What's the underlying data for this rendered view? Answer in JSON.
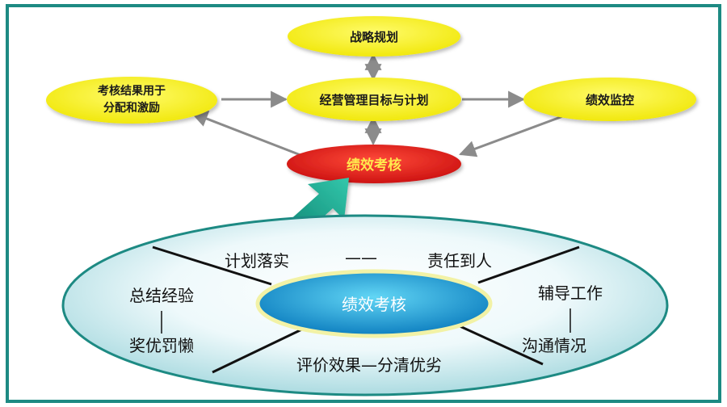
{
  "top_nodes": {
    "strategy": "战略规划",
    "results_use_line1": "考核结果用于",
    "results_use_line2": "分配和激励",
    "objectives": "经营管理目标与计划",
    "monitoring": "绩效监控",
    "appraisal": "绩效考核"
  },
  "cycle": {
    "center": "绩效考核",
    "plan": "计划落实",
    "dash_top": "——",
    "responsibility": "责任到人",
    "summary": "总结经验",
    "reward": "奖优罚懒",
    "coaching": "辅导工作",
    "communication": "沟通情况",
    "evaluation": "评价效果—分清优劣"
  },
  "colors": {
    "border": "#1d8a83",
    "top_ellipse": "#f8f218",
    "appraisal_red": "#e51f1f",
    "appraisal_text": "#ffe94d",
    "big_arrow": "#19a58f",
    "center_ellipse": "#1aa7d8",
    "connector": "#8b8b8b"
  }
}
